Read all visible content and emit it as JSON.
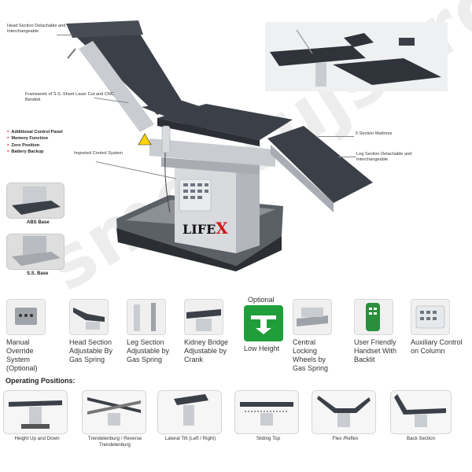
{
  "callouts": {
    "head_section": "Head Section Detachable and Interchangeable",
    "framework": "Framework of S.S. Sheet Laser Cut and CNC Bended",
    "imported_control": "Imported Control System",
    "mattress": "5 Section Mattress",
    "leg_section": "Leg Section Detachable and Interchangeable"
  },
  "feature_bullets": [
    "Additional Control Panel",
    "Memory Function",
    "Zero Position",
    "Battery Backup"
  ],
  "bases": {
    "abs": "ABS Base",
    "ss": "S.S. Base"
  },
  "brand": {
    "name_part1": "LIFE",
    "name_part2": "X"
  },
  "watermark": "smeerujsurgicals",
  "features": [
    {
      "label": "Manual Override System (Optional)",
      "icon": "manual-override-icon"
    },
    {
      "label": "Head Section Adjustable By Gas Spring",
      "icon": "head-section-icon"
    },
    {
      "label": "Leg Section Adjustable by Gas Spring",
      "icon": "leg-section-icon"
    },
    {
      "label": "Kidney Bridge Adjustable by Crank",
      "icon": "kidney-bridge-icon"
    },
    {
      "label": "Low Height",
      "icon": "low-height-icon",
      "badge": "Optional"
    },
    {
      "label": "Central Locking Wheels by Gas Spring",
      "icon": "locking-wheels-icon"
    },
    {
      "label": "User Friendly Handset With Backlit",
      "icon": "handset-icon"
    },
    {
      "label": "Auxiliary Control on Column",
      "icon": "auxiliary-control-icon"
    }
  ],
  "operating": {
    "title": "Operating Positions:",
    "positions": [
      {
        "label": "Height Up and Down"
      },
      {
        "label": "Trendelenburg / Reverse Trendelenburg"
      },
      {
        "label": "Lateral Tilt (Left / Right)"
      },
      {
        "label": "Sliding Top"
      },
      {
        "label": "Flex /Reflex"
      },
      {
        "label": "Back Section"
      }
    ]
  },
  "colors": {
    "mattress": "#3b4048",
    "steel": "#c9ccd1",
    "accent_red": "#d01818",
    "low_height_green": "#1f9e3a"
  }
}
